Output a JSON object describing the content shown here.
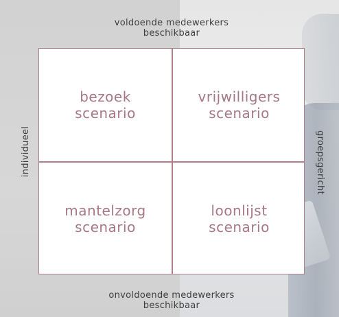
{
  "axes": {
    "top": [
      "voldoende medewerkers",
      "beschikbaar"
    ],
    "bottom": [
      "onvoldoende medewerkers",
      "beschikbaar"
    ],
    "left": "individueel",
    "right": "groepsgericht"
  },
  "quadrants": {
    "top_left": [
      "bezoek",
      "scenario"
    ],
    "top_right": [
      "vrijwilligers",
      "scenario"
    ],
    "bottom_left": [
      "mantelzorg",
      "scenario"
    ],
    "bottom_right": [
      "loonlijst",
      "scenario"
    ]
  },
  "colors": {
    "accent": "#a67884",
    "border": "#b07f8a",
    "axis_text": "#3e3e3e"
  }
}
